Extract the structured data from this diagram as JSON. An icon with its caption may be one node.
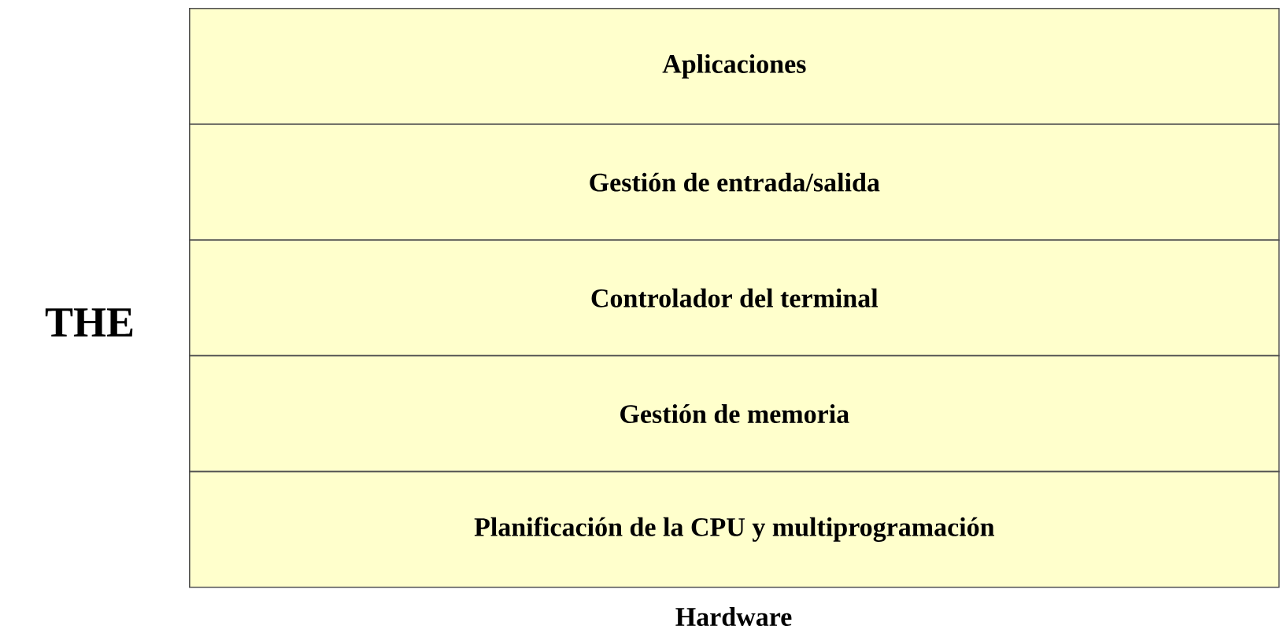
{
  "diagram": {
    "nodes": [
      {
        "text": [
          "Aplicaciones"
        ]
      },
      {
        "text": [
          "Gestión de entrada/salida"
        ]
      },
      {
        "text": [
          "Controlador del terminal"
        ]
      },
      {
        "text": [
          "Gestión de memoria"
        ]
      },
      {
        "text": [
          "Planificación de la CPU y multiprogramación"
        ]
      }
    ],
    "labels": [
      "THE",
      "Hardware"
    ]
  }
}
